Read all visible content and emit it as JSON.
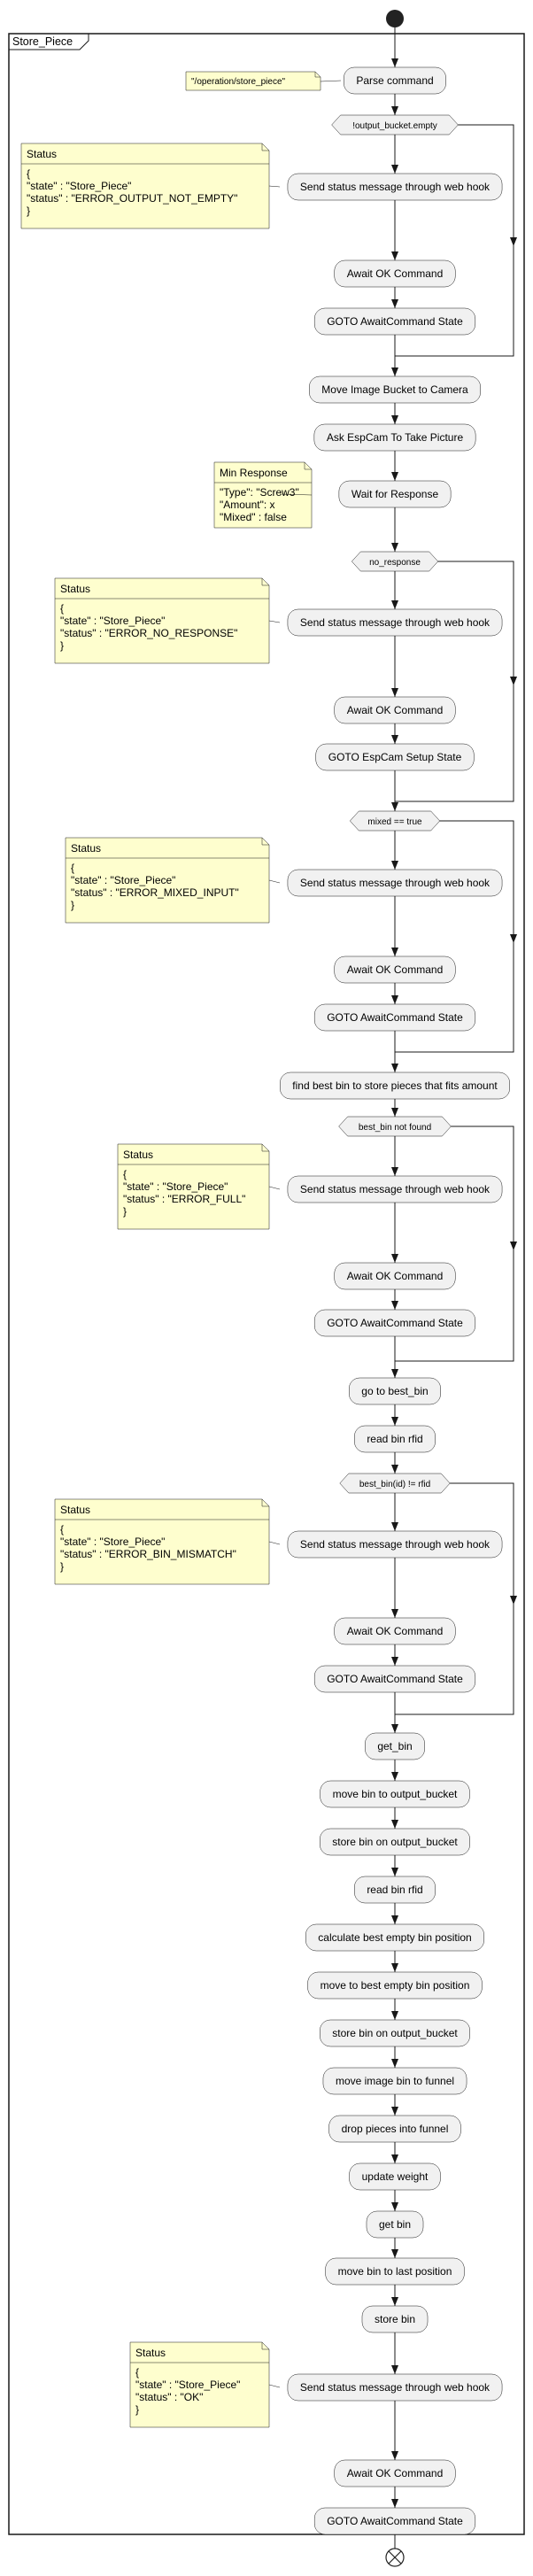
{
  "frame": {
    "title": "Store_Piece"
  },
  "parse_note": "\"/operation/store_piece\"",
  "steps": [
    "Parse command",
    "Send status message through web hook",
    "Await OK Command",
    "GOTO AwaitCommand State",
    "Move Image Bucket to Camera",
    "Ask EspCam To Take Picture",
    "Wait for Response",
    "Send status message through web hook",
    "Await OK Command",
    "GOTO EspCam Setup State",
    "Send status message through web hook",
    "Await OK Command",
    "GOTO AwaitCommand State",
    "find best bin to store pieces that fits amount",
    "Send status message through web hook",
    "Await OK Command",
    "GOTO AwaitCommand State",
    "go to best_bin",
    "read bin rfid",
    "Send status message through web hook",
    "Await OK Command",
    "GOTO AwaitCommand State",
    "get_bin",
    "move bin to output_bucket",
    "store bin on output_bucket",
    "read bin rfid",
    "calculate best empty bin position",
    "move to best empty bin position",
    "store bin on output_bucket",
    "move image bin to funnel",
    "drop pieces into funnel",
    "update weight",
    "get bin",
    "move bin to last position",
    "store bin",
    "Send status message through web hook",
    "Await OK Command",
    "GOTO AwaitCommand State"
  ],
  "conditions": [
    "!output_bucket.empty",
    "no_response",
    "mixed == true",
    "best_bin not found",
    "best_bin(id) != rfid"
  ],
  "notes": [
    {
      "title": "Status",
      "lines": [
        "{",
        "\"state\"  : \"Store_Piece\"",
        "\"status\" : \"ERROR_OUTPUT_NOT_EMPTY\"",
        "}"
      ]
    },
    {
      "title": "Min Response",
      "lines": [
        "\"Type\": \"Screw3\"",
        "\"Amount\": x",
        "\"Mixed\" : false"
      ]
    },
    {
      "title": "Status",
      "lines": [
        "{",
        "\"state\"  : \"Store_Piece\"",
        "\"status\" : \"ERROR_NO_RESPONSE\"",
        "}"
      ]
    },
    {
      "title": "Status",
      "lines": [
        "{",
        "\"state\"  : \"Store_Piece\"",
        "\"status\" : \"ERROR_MIXED_INPUT\"",
        "}"
      ]
    },
    {
      "title": "Status",
      "lines": [
        "{",
        "\"state\"  : \"Store_Piece\"",
        "\"status\" : \"ERROR_FULL\"",
        "}"
      ]
    },
    {
      "title": "Status",
      "lines": [
        "{",
        "\"state\"  : \"Store_Piece\"",
        "\"status\" : \"ERROR_BIN_MISMATCH\"",
        "}"
      ]
    },
    {
      "title": "Status",
      "lines": [
        "{",
        "\"state\"  : \"Store_Piece\"",
        "\"status\" : \"OK\"",
        "}"
      ]
    }
  ],
  "colors": {
    "node_fill": "#f1f1f1",
    "note_fill": "#fefece",
    "stroke": "#181818"
  }
}
